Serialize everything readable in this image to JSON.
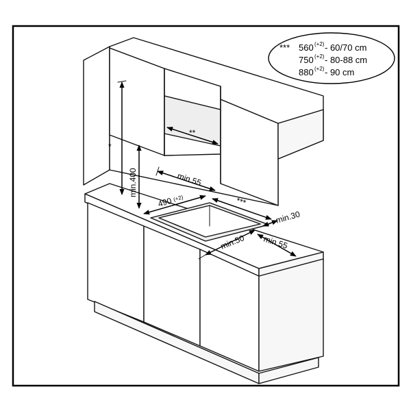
{
  "legend": {
    "marker": "***",
    "rows": [
      {
        "base": "560",
        "sup": "(+2)",
        "range": " - 60/70 cm"
      },
      {
        "base": "750",
        "sup": "(+2)",
        "range": " - 80-88 cm"
      },
      {
        "base": "880",
        "sup": "(+2)",
        "range": " - 90 cm"
      }
    ]
  },
  "dimensions": {
    "star": "*",
    "double_star": "**",
    "triple_star": "***",
    "min400": "min.400",
    "min55_top": "min.55",
    "cutout_width": "490",
    "cutout_width_sup": "(+2)",
    "min30": "min.30",
    "min50": "min.50",
    "min55_front": "min.55"
  }
}
